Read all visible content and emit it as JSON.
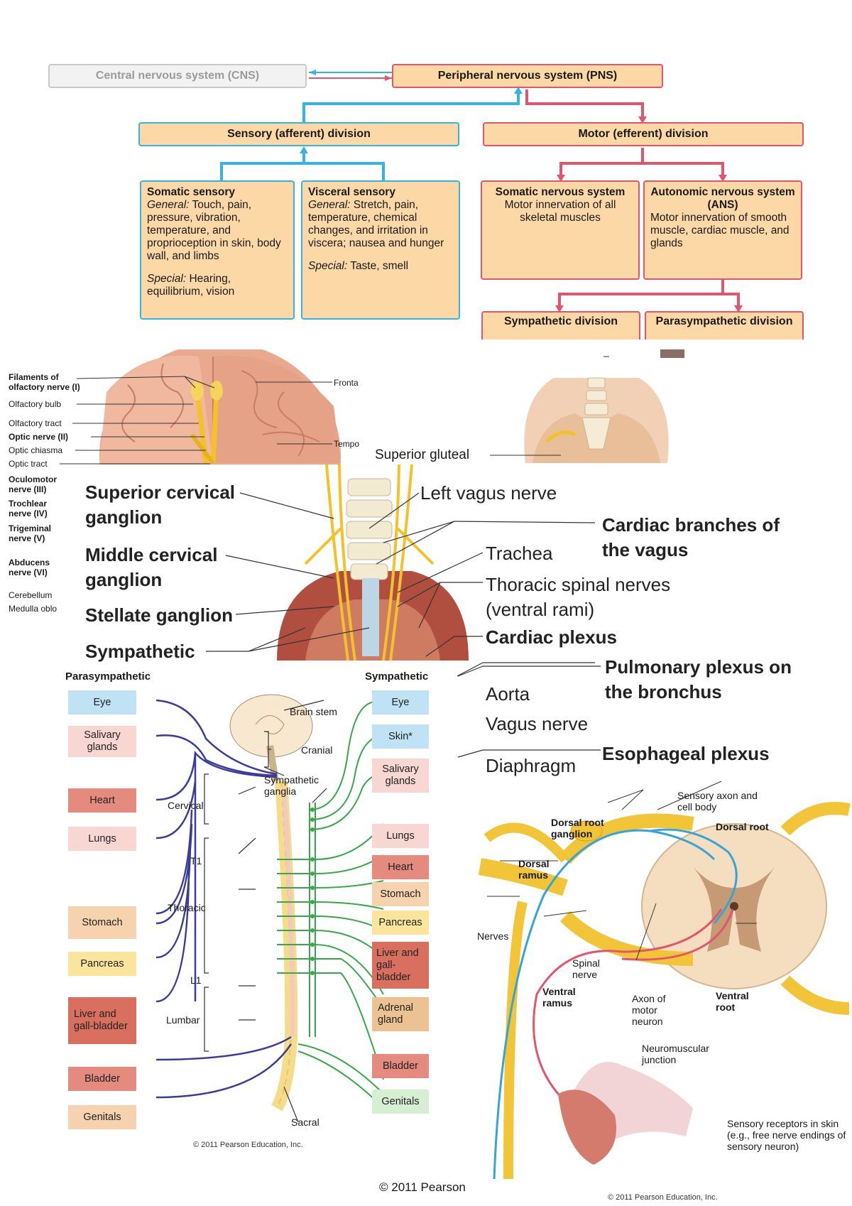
{
  "colors": {
    "efferent": "#e0566c",
    "afferent": "#35b4e3",
    "box_fill": "#fbd8a6",
    "parasym": "#3b3b9a",
    "sym": "#37a84a"
  },
  "flow": {
    "cns": "Central nervous system (CNS)",
    "pns": "Peripheral nervous system (PNS)",
    "sensory": "Sensory (afferent) division",
    "motor": "Motor (efferent) division",
    "somatic_sensory": {
      "title": "Somatic sensory",
      "general_label": "General:",
      "general_text": "Touch, pain, pressure, vibration, temperature, and proprioception in skin, body wall, and limbs",
      "special_label": "Special:",
      "special_text": "Hearing, equilibrium, vision"
    },
    "visceral_sensory": {
      "title": "Visceral sensory",
      "general_label": "General:",
      "general_text": "Stretch, pain, temperature, chemical changes, and irritation in viscera; nausea and hunger",
      "special_label": "Special:",
      "special_text": "Taste, smell"
    },
    "somatic_ns": {
      "title": "Somatic nervous system",
      "text": "Motor innervation of all skeletal muscles"
    },
    "ans": {
      "title": "Autonomic nervous system (ANS)",
      "text": "Motor innervation of smooth muscle, cardiac muscle, and glands"
    },
    "sympathetic": "Sympathetic division",
    "parasympathetic": "Parasympathetic division"
  },
  "cranial": {
    "labels": [
      "Filaments of olfactory nerve (I)",
      "Olfactory bulb",
      "Olfactory tract",
      "Optic nerve (II)",
      "Optic chiasma",
      "Optic tract",
      "Oculomotor nerve (III)",
      "Trochlear nerve (IV)",
      "Trigeminal nerve (V)",
      "Abducens nerve (VI)",
      "Cerebellum",
      "Medulla oblo"
    ],
    "frontal": "Fronta",
    "temporal": "Tempo"
  },
  "gluteal": {
    "label": "Superior gluteal"
  },
  "vagus": {
    "left": [
      "Superior cervical ganglion",
      "Middle cervical ganglion",
      "Stellate ganglion",
      "Sympathetic"
    ],
    "right": [
      "Left vagus nerve",
      "Trachea",
      "Thoracic spinal nerves (ventral rami)",
      "Cardiac plexus",
      "Aorta",
      "Vagus nerve",
      "Diaphragm"
    ],
    "far": [
      "Cardiac branches of the vagus",
      "Pulmonary plexus on the bronchus",
      "Esophageal plexus"
    ],
    "copyright": "© 2011 Pearson"
  },
  "ans_chart": {
    "parasym_title": "Parasympathetic",
    "sym_title": "Sympathetic",
    "left_organs": [
      "Eye",
      "Salivary glands",
      "Heart",
      "Lungs",
      "Stomach",
      "Pancreas",
      "Liver and gall-bladder",
      "Bladder",
      "Genitals"
    ],
    "right_organs": [
      "Eye",
      "Skin*",
      "Salivary glands",
      "Lungs",
      "Heart",
      "Stomach",
      "Pancreas",
      "Liver and gall-bladder",
      "Adrenal gland",
      "Bladder",
      "Genitals"
    ],
    "regions": [
      "Brain stem",
      "Cranial",
      "Sympathetic ganglia",
      "Cervical",
      "T1",
      "Thoracic",
      "L1",
      "Lumbar",
      "Sacral"
    ],
    "copyright": "© 2011 Pearson Education, Inc."
  },
  "spinal": {
    "labels": [
      "Sensory axon and cell body",
      "Dorsal root",
      "Dorsal root ganglion",
      "Dorsal ramus",
      "Nerves",
      "Spinal nerve",
      "Ventral ramus",
      "Axon of motor neuron",
      "Ventral root",
      "Neuromuscular junction",
      "Sensory receptors in skin (e.g., free nerve endings of sensory neuron)"
    ],
    "copyright": "© 2011 Pearson Education, Inc."
  }
}
